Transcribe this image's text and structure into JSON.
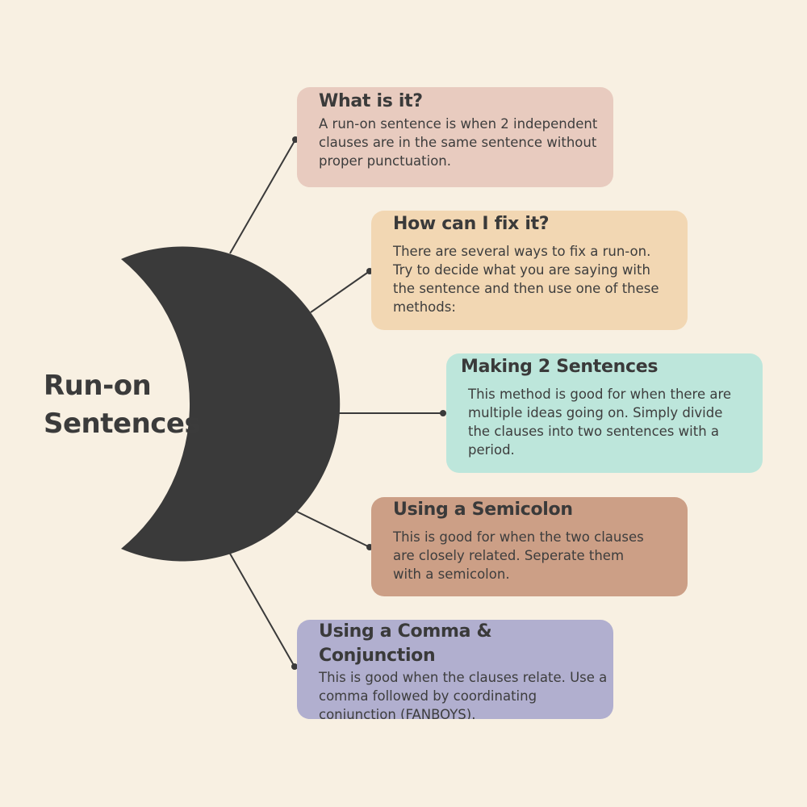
{
  "title": "Run-on Sentences",
  "colors": {
    "background": "#f8f0e2",
    "crescent": "#3a3a3a",
    "connector": "#3a3a3a",
    "card_what": "#e8cbbf",
    "card_fix": "#f2d7b3",
    "card_making": "#bde6db",
    "card_semicolon": "#cc9f86",
    "card_comma": "#b1afcf"
  },
  "cards": [
    {
      "heading": "What is it?",
      "body": "A run-on sentence is when 2 independent clauses are in the same sentence without proper punctuation."
    },
    {
      "heading": "How can I fix it?",
      "body": "There are several ways to fix a run-on. Try to decide what you are saying with the sentence and then use one of these methods:"
    },
    {
      "heading": "Making 2 Sentences",
      "body": "This method is good for when there are multiple ideas going on. Simply divide the clauses into two sentences with a period."
    },
    {
      "heading": "Using a Semicolon",
      "body": "This is good for when the two clauses are closely related. Seperate them with a semicolon."
    },
    {
      "heading": "Using a Comma & Conjunction",
      "body": "This is good when the clauses relate. Use a comma followed by coordinating conjunction (FANBOYS)."
    }
  ]
}
